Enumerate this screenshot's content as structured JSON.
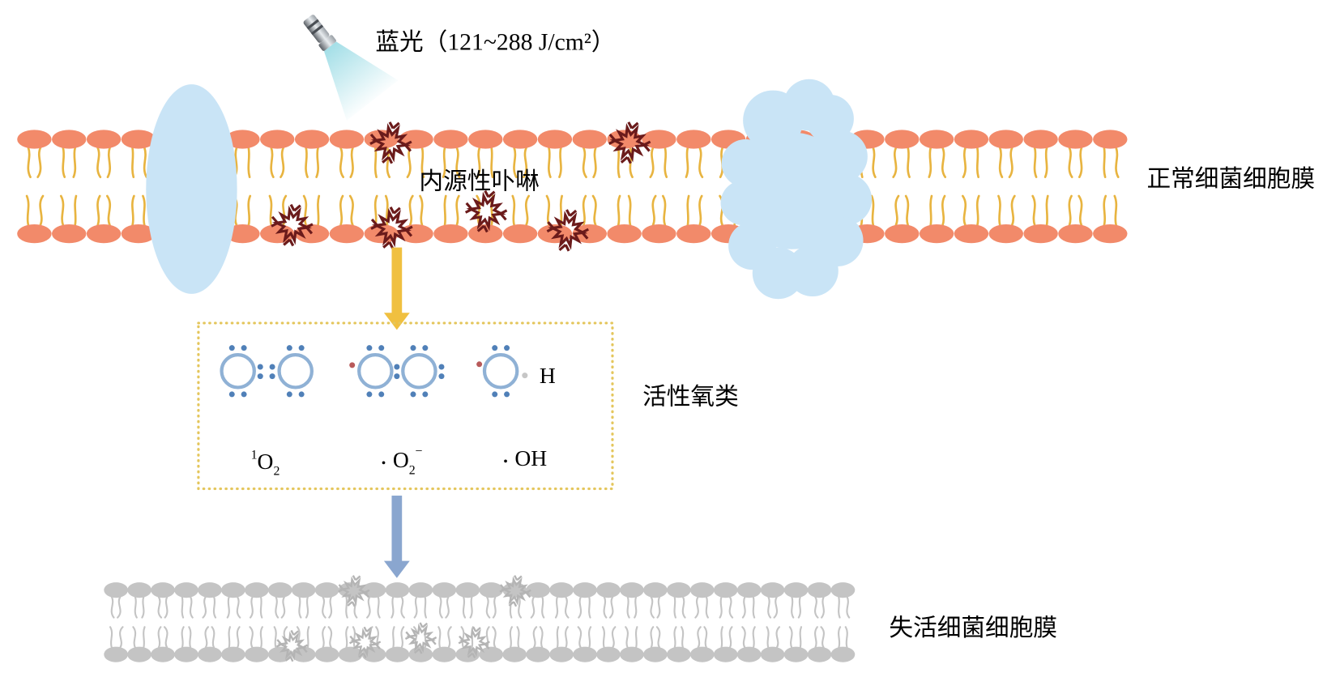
{
  "light": {
    "label": "蓝光（121~288 J/cm²）",
    "icon": "flashlight-icon"
  },
  "porphyrin": {
    "label": "内源性卟啉"
  },
  "membrane_normal": {
    "label": "正常细菌细胞膜"
  },
  "ros": {
    "label": "活性氧类",
    "hydrogen_label": "H",
    "species": [
      {
        "sup": "1",
        "base": "O",
        "sub": "2"
      },
      {
        "prefix": "•",
        "base": "O",
        "sub": "2",
        "sup": "−"
      },
      {
        "prefix": "•",
        "base": "OH"
      }
    ]
  },
  "membrane_inactivated": {
    "label": "失活细菌细胞膜"
  },
  "colors": {
    "lipid_head": "#f28a6a",
    "lipid_tail": "#e8b440",
    "protein": "#c9e4f6",
    "porphyrin": "#6b1b1b",
    "arrow_yellow": "#f0c040",
    "box_border": "#e4c65c",
    "oxygen_ring": "#8fb1d5",
    "electron": "#5080b8",
    "unpaired_electron": "#b85a5a",
    "hydrogen_electron": "#c6c6c6",
    "arrow_blue": "#8aa6cf",
    "inactive_gray": "#c4c4c4",
    "inactive_porphyrin": "#b4b4b4",
    "beam": "#9fdde6"
  }
}
